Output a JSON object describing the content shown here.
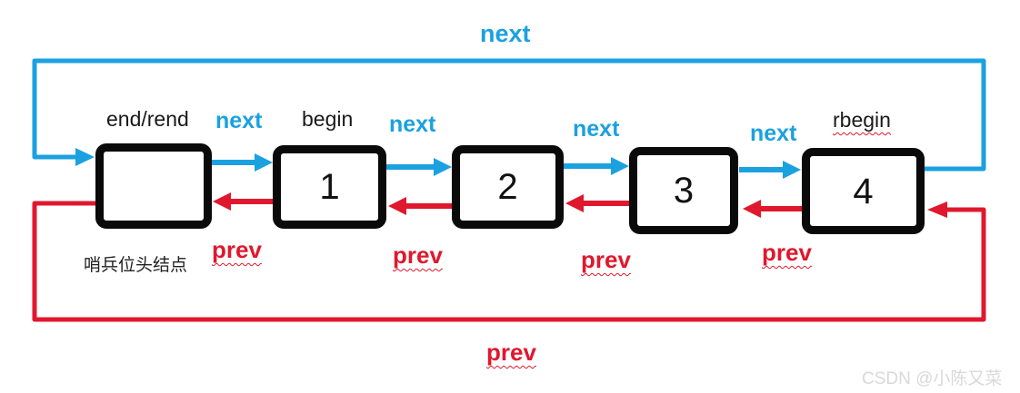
{
  "diagram": {
    "colors": {
      "next_color": "#1ba1e0",
      "prev_color": "#e0182d",
      "node_border": "#0a0a0a",
      "label_color": "#1a1a1a",
      "watermark_color": "#d9d9d9"
    },
    "nodes": [
      {
        "value": "",
        "label_above": "end/rend",
        "label_below": "哨兵位头结点"
      },
      {
        "value": "1",
        "label_above": "begin"
      },
      {
        "value": "2"
      },
      {
        "value": "3"
      },
      {
        "value": "4",
        "label_above": "rbegin"
      }
    ],
    "next_edge_labels": [
      "next",
      "next",
      "next",
      "next"
    ],
    "prev_edge_labels": [
      "prev",
      "prev",
      "prev",
      "prev"
    ],
    "next_loop_label": "next",
    "prev_loop_label": "prev"
  },
  "watermark": "CSDN @小陈又菜"
}
